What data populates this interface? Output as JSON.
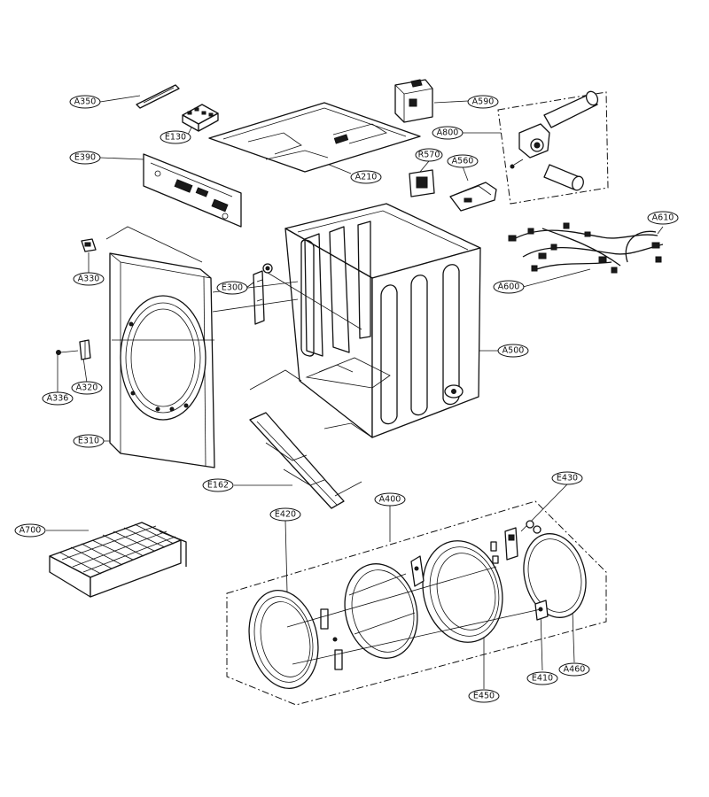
{
  "callouts": [
    {
      "id": "A350",
      "label": "A350"
    },
    {
      "id": "E130",
      "label": "E130"
    },
    {
      "id": "E390",
      "label": "E390"
    },
    {
      "id": "A210",
      "label": "A210"
    },
    {
      "id": "A590",
      "label": "A590"
    },
    {
      "id": "A800",
      "label": "A800"
    },
    {
      "id": "R570",
      "label": "R570"
    },
    {
      "id": "A560",
      "label": "A560"
    },
    {
      "id": "A610",
      "label": "A610"
    },
    {
      "id": "A600",
      "label": "A600"
    },
    {
      "id": "A330",
      "label": "A330"
    },
    {
      "id": "E300",
      "label": "E300"
    },
    {
      "id": "A500",
      "label": "A500"
    },
    {
      "id": "A336",
      "label": "A336"
    },
    {
      "id": "A320",
      "label": "A320"
    },
    {
      "id": "E310",
      "label": "E310"
    },
    {
      "id": "E162",
      "label": "E162"
    },
    {
      "id": "A700",
      "label": "A700"
    },
    {
      "id": "E420",
      "label": "E420"
    },
    {
      "id": "A400",
      "label": "A400"
    },
    {
      "id": "E430",
      "label": "E430"
    },
    {
      "id": "E410",
      "label": "E410"
    },
    {
      "id": "A460",
      "label": "A460"
    },
    {
      "id": "E450",
      "label": "E450"
    }
  ]
}
